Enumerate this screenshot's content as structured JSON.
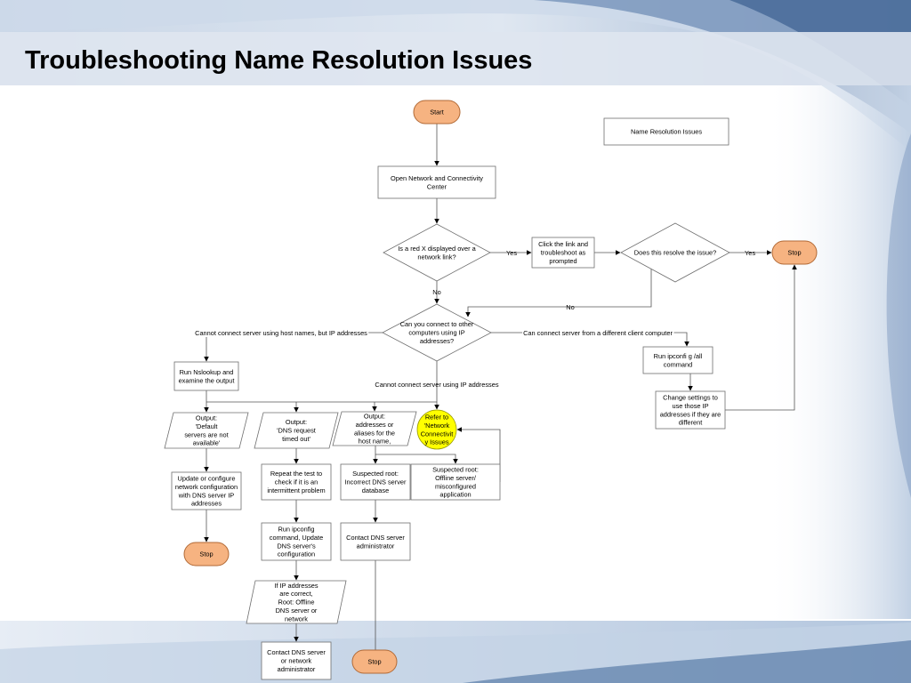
{
  "slide": {
    "title": "Troubleshooting Name Resolution Issues"
  },
  "colors": {
    "terminator_fill": "#f6b381",
    "terminator_stroke": "#b26a36",
    "highlight_fill": "#ffff00",
    "highlight_stroke": "#9a9a00",
    "shape_stroke": "#6f6f6f",
    "header_band": "#c4d2e4",
    "accent_wave": "#3c6496",
    "footer_band": "#d7e1ee"
  },
  "flowchart": {
    "nodes": [
      {
        "id": "start",
        "shape": "terminator",
        "lines": [
          "Start"
        ]
      },
      {
        "id": "legend",
        "shape": "box",
        "lines": [
          "Name Resolution Issues"
        ]
      },
      {
        "id": "open_ncc",
        "shape": "box",
        "lines": [
          "Open Network and Connectivity",
          "Center"
        ]
      },
      {
        "id": "red_x",
        "shape": "decision",
        "lines": [
          "Is a red X displayed over a",
          "network link?"
        ]
      },
      {
        "id": "click_link",
        "shape": "box",
        "lines": [
          "Click the link and",
          "troubleshoot as",
          "prompted"
        ]
      },
      {
        "id": "resolve",
        "shape": "decision",
        "lines": [
          "Does this resolve the issue?"
        ]
      },
      {
        "id": "stop_top",
        "shape": "terminator",
        "lines": [
          "Stop"
        ]
      },
      {
        "id": "connect_ip",
        "shape": "decision",
        "lines": [
          "Can you connect to other",
          "computers using IP",
          "addresses?"
        ]
      },
      {
        "id": "ipconfig_all",
        "shape": "box",
        "lines": [
          "Run ipconfi g /all",
          "command"
        ]
      },
      {
        "id": "change_settings",
        "shape": "box",
        "lines": [
          "Change settings to",
          "use those IP",
          "addresses if they are",
          "different"
        ]
      },
      {
        "id": "nslookup",
        "shape": "box",
        "lines": [
          "Run Nslookup  and",
          "examine the output"
        ]
      },
      {
        "id": "out_default",
        "shape": "data",
        "lines": [
          "Output:",
          "'Default",
          "servers are not",
          "available'"
        ]
      },
      {
        "id": "out_timeout",
        "shape": "data",
        "lines": [
          "Output:",
          "'DNS request",
          "timed out'"
        ]
      },
      {
        "id": "out_aliases",
        "shape": "data",
        "lines": [
          "Output:",
          "addresses or",
          "aliases for the",
          "host name,"
        ]
      },
      {
        "id": "refer_ncc",
        "shape": "connector",
        "lines": [
          "Refer to",
          "'Network",
          "Connectivit",
          "y Issues"
        ]
      },
      {
        "id": "update_config",
        "shape": "box",
        "lines": [
          "Update or configure",
          "network configuration",
          "with DNS server IP",
          "addresses"
        ]
      },
      {
        "id": "stop_left",
        "shape": "terminator",
        "lines": [
          "Stop"
        ]
      },
      {
        "id": "repeat_test",
        "shape": "box",
        "lines": [
          "Repeat the test to",
          "check if it is an",
          "intermittent problem"
        ]
      },
      {
        "id": "incorrect_db",
        "shape": "box",
        "lines": [
          "Suspected root:",
          "Incorrect DNS server",
          "database"
        ]
      },
      {
        "id": "offline_server",
        "shape": "box",
        "lines": [
          "Suspected root:",
          "Offline server/",
          "misconfigured",
          "application"
        ]
      },
      {
        "id": "ipconfig_update",
        "shape": "box",
        "lines": [
          "Run ipconfig",
          "command, Update",
          "DNS server's",
          "configuration"
        ]
      },
      {
        "id": "contact_admin_mid",
        "shape": "box",
        "lines": [
          "Contact DNS server",
          "administrator"
        ]
      },
      {
        "id": "ip_correct",
        "shape": "data",
        "lines": [
          "If IP addresses",
          "are correct,",
          "Root: Offline",
          "DNS server or",
          "network"
        ]
      },
      {
        "id": "contact_admin_bottom",
        "shape": "box",
        "lines": [
          "Contact DNS server",
          "or network",
          "administrator"
        ]
      },
      {
        "id": "stop_bottom",
        "shape": "terminator",
        "lines": [
          "Stop"
        ]
      }
    ],
    "edge_labels": [
      {
        "id": "yes_red_x",
        "text": "Yes"
      },
      {
        "id": "yes_resolve",
        "text": "Yes"
      },
      {
        "id": "no_red_x",
        "text": "No"
      },
      {
        "id": "no_resolve",
        "text": "No"
      },
      {
        "id": "host_names",
        "text": "Cannot connect server using host names, but IP addresses"
      },
      {
        "id": "diff_client",
        "text": "Can connect server from a different client computer"
      },
      {
        "id": "cannot_ip",
        "text": "Cannot connect server using IP addresses"
      }
    ]
  }
}
